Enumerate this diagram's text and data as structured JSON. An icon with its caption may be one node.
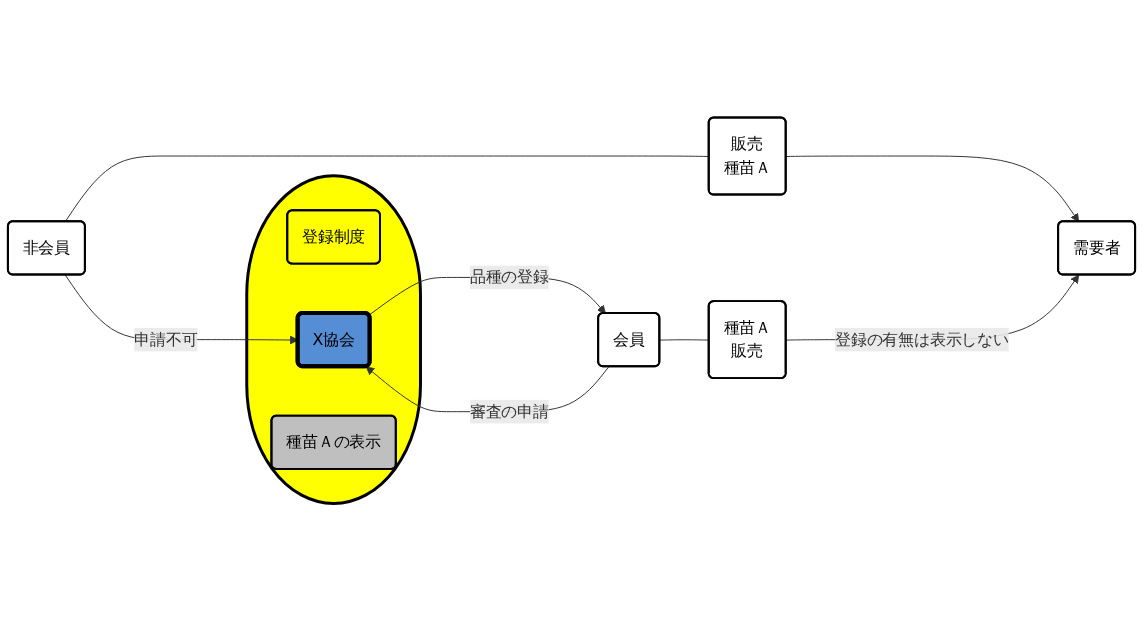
{
  "diagram": {
    "nodes": [
      {
        "text": [
          "非会員"
        ]
      },
      {
        "text": [
          "販売",
          "種苗Ａ"
        ]
      },
      {
        "text": [
          "需要者"
        ]
      },
      {
        "text": [],
        "shape": "ellipse"
      },
      {
        "text": [
          "登録制度"
        ],
        "in": 3
      },
      {
        "text": [
          "X協会"
        ],
        "in": 3
      },
      {
        "text": [
          "種苗Ａの表示"
        ],
        "in": 3
      },
      {
        "text": [
          "会員"
        ]
      },
      {
        "text": [
          "種苗Ａ",
          "販売"
        ]
      }
    ],
    "edges": [
      {
        "from": 0,
        "to": 1,
        "arrow": "none"
      },
      {
        "from": 1,
        "to": 2,
        "arrow": "to"
      },
      {
        "from": 0,
        "to": 5,
        "arrow": "to",
        "label": "申請不可"
      },
      {
        "from": 7,
        "to": 5,
        "arrow": "to",
        "label": "審査の申請"
      },
      {
        "from": 5,
        "to": 7,
        "arrow": "to",
        "label": "品種の登録"
      },
      {
        "from": 7,
        "to": 8,
        "arrow": "none"
      },
      {
        "from": 8,
        "to": 2,
        "arrow": "to",
        "label": "登録の有無は表示しない"
      }
    ]
  }
}
